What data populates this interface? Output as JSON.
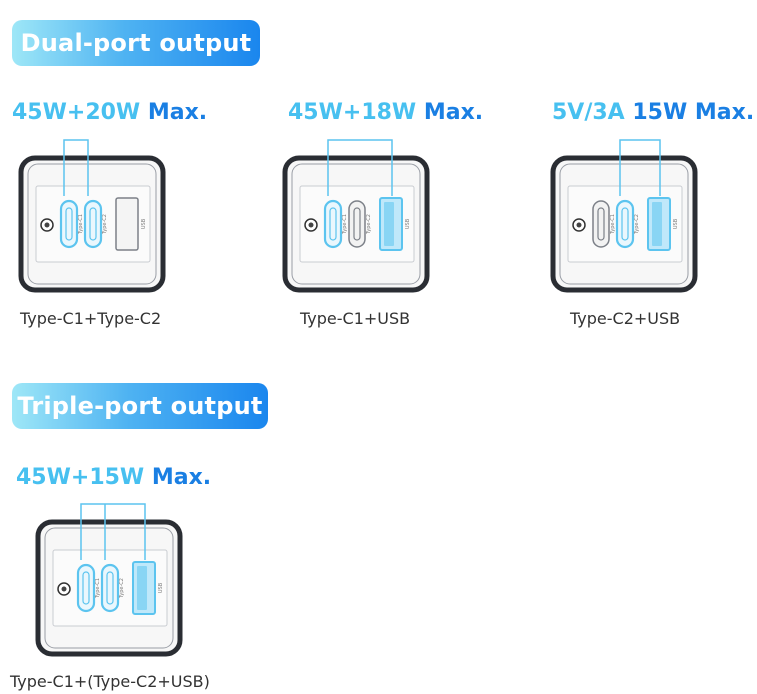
{
  "sections": [
    {
      "title": "Dual-port output"
    },
    {
      "title": "Triple-port output"
    }
  ],
  "configs": [
    {
      "watt_primary": "45W+20W",
      "watt_suffix": " Max.",
      "caption": "Type-C1+Type-C2",
      "ports": [
        {
          "label": "Type-C1",
          "active": true
        },
        {
          "label": "Type-C2",
          "active": true
        },
        {
          "label": "USB",
          "active": false
        }
      ]
    },
    {
      "watt_primary": "45W+18W",
      "watt_suffix": " Max.",
      "caption": "Type-C1+USB",
      "ports": [
        {
          "label": "Type-C1",
          "active": true
        },
        {
          "label": "Type-C2",
          "active": false
        },
        {
          "label": "USB",
          "active": true
        }
      ]
    },
    {
      "watt_primary": "5V/3A",
      "watt_suffix": " 15W Max.",
      "caption": "Type-C2+USB",
      "ports": [
        {
          "label": "Type-C1",
          "active": false
        },
        {
          "label": "Type-C2",
          "active": true
        },
        {
          "label": "USB",
          "active": true
        }
      ]
    },
    {
      "watt_primary": "45W+15W",
      "watt_suffix": " Max.",
      "caption": "Type-C1+(Type-C2+USB)",
      "ports": [
        {
          "label": "Type-C1",
          "active": true
        },
        {
          "label": "Type-C2",
          "active": true
        },
        {
          "label": "USB",
          "active": true
        }
      ]
    }
  ],
  "colors": {
    "accent_light": "#47c0f0",
    "accent_dark": "#1a7fe3",
    "port_active": "#5cc4ef",
    "body_outline": "#2a2d33"
  }
}
